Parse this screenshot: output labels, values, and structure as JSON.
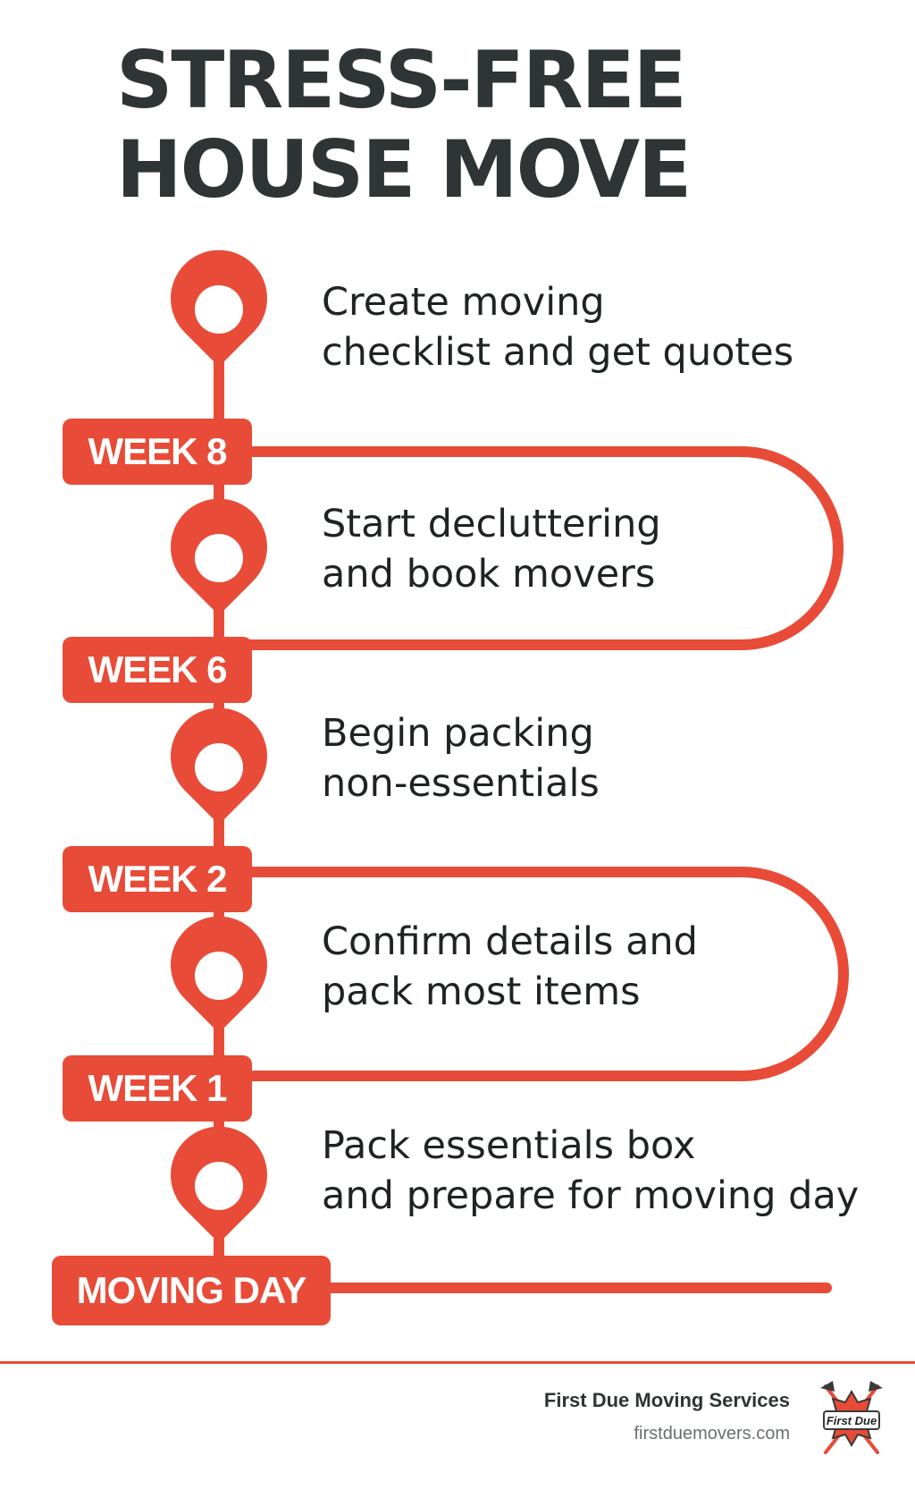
{
  "header": {
    "title_line1": "STRESS-FREE",
    "title_line2": "HOUSE MOVE"
  },
  "steps": [
    {
      "line1": "Create moving",
      "line2": "checklist and get quotes"
    },
    {
      "line1": "Start decluttering",
      "line2": "and book movers"
    },
    {
      "line1": "Begin packing",
      "line2": "non-essentials"
    },
    {
      "line1": "Confirm details and",
      "line2": "pack most items"
    },
    {
      "line1": "Pack essentials box",
      "line2": "and prepare for moving day"
    }
  ],
  "milestones": [
    "WEEK 8",
    "WEEK 6",
    "WEEK 2",
    "WEEK 1",
    "MOVING DAY"
  ],
  "icons": [
    "location-pin-icon",
    "firefighter-badge-logo-icon"
  ],
  "footer": {
    "company": "First Due Moving Services",
    "website": "firstduemovers.com",
    "logo_text": "First Due"
  },
  "colors": {
    "accent": "#e84b37",
    "title": "#2f3434",
    "text": "#1f2323",
    "muted": "#6b6f6f"
  }
}
